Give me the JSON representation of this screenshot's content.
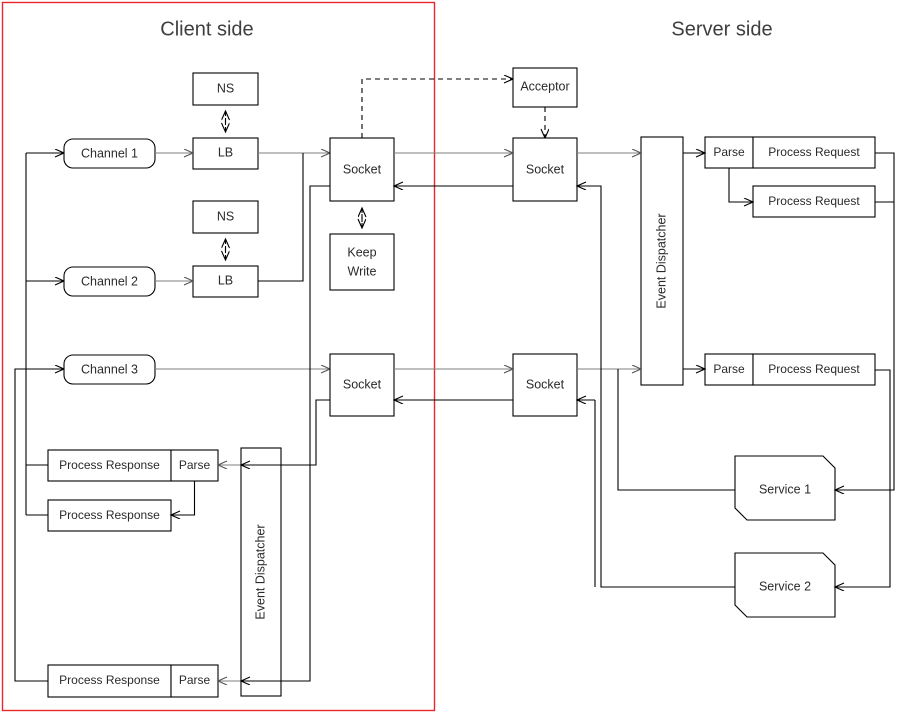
{
  "diagram": {
    "title_client": "Client side",
    "title_server": "Server side",
    "frame_color": "#e8282b",
    "edge_color": "#000000",
    "edge_color_gray": "#7f7f7f"
  },
  "client": {
    "channels": [
      {
        "label": "Channel 1"
      },
      {
        "label": "Channel 2"
      },
      {
        "label": "Channel 3"
      }
    ],
    "name_servers": [
      {
        "label": "NS"
      },
      {
        "label": "NS"
      }
    ],
    "load_balancers": [
      {
        "label": "LB"
      },
      {
        "label": "LB"
      }
    ],
    "sockets": [
      {
        "label": "Socket"
      },
      {
        "label": "Socket"
      }
    ],
    "keep_write": {
      "line1": "Keep",
      "line2": "Write"
    },
    "event_dispatcher": {
      "label": "Event Dispatcher"
    },
    "response_rows": [
      {
        "process": "Process Response",
        "parse": "Parse"
      },
      {
        "process": "Process Response",
        "parse": ""
      },
      {
        "process": "Process Response",
        "parse": "Parse"
      }
    ]
  },
  "server": {
    "acceptor": {
      "label": "Acceptor"
    },
    "sockets": [
      {
        "label": "Socket"
      },
      {
        "label": "Socket"
      }
    ],
    "event_dispatcher": {
      "label": "Event Dispatcher"
    },
    "request_rows": [
      {
        "parse": "Parse",
        "process": "Process Request"
      },
      {
        "parse": "",
        "process": "Process Request"
      },
      {
        "parse": "Parse",
        "process": "Process Request"
      }
    ],
    "services": [
      {
        "label": "Service 1"
      },
      {
        "label": "Service 2"
      }
    ]
  }
}
